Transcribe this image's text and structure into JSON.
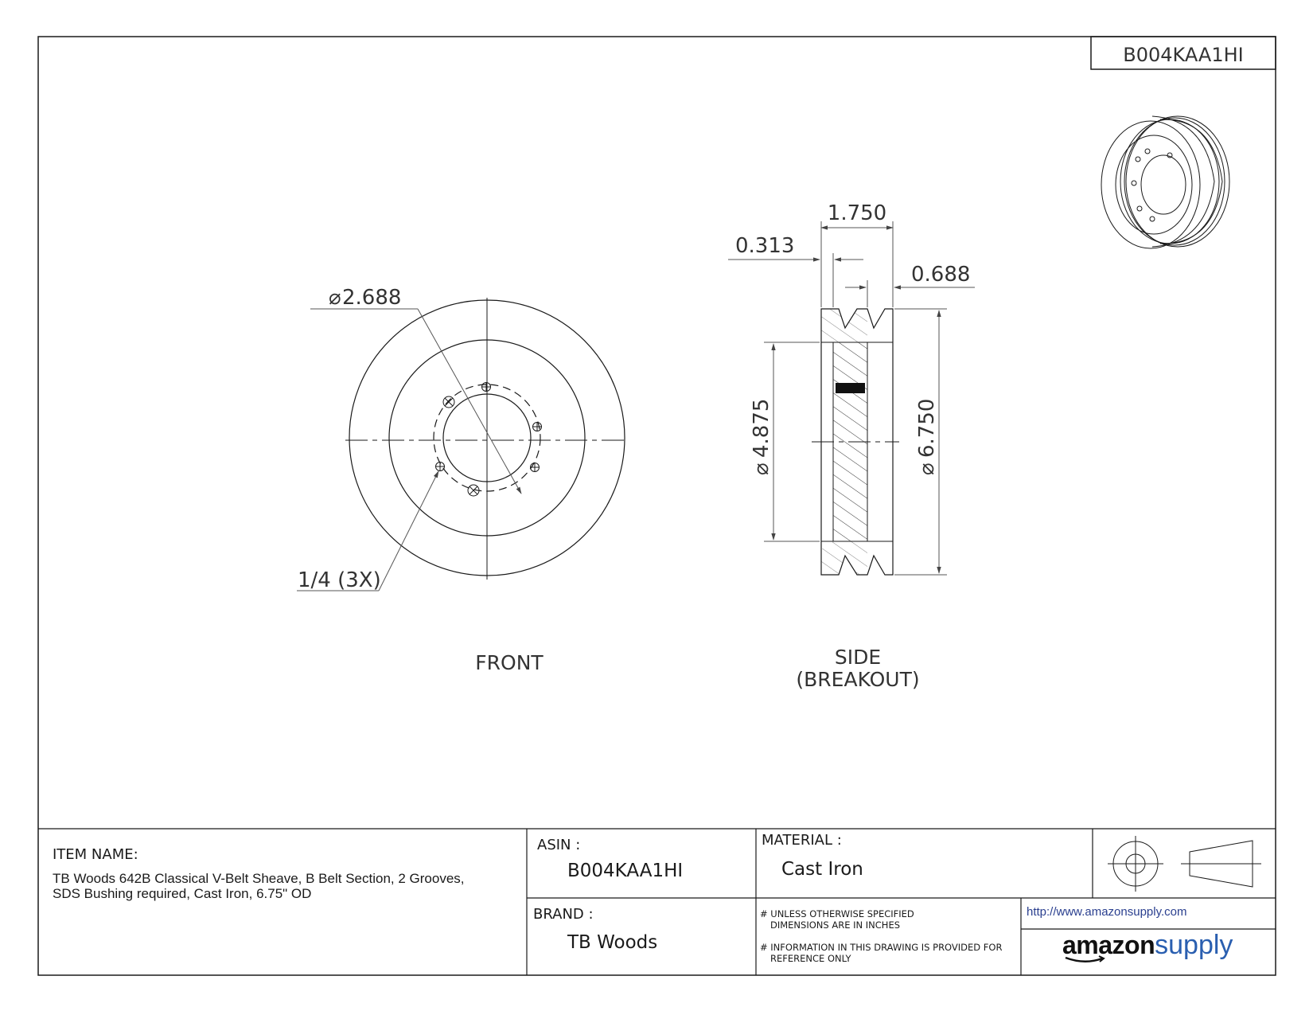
{
  "part_number": "B004KAA1HI",
  "front_view": {
    "label": "FRONT",
    "bolt_circle_dim": "2.688",
    "hole_note": "1/4 (3X)"
  },
  "side_view": {
    "label_line1": "SIDE",
    "label_line2": "(BREAKOUT)",
    "overall_width": "1.750",
    "flange_offset": "0.313",
    "groove_offset": "0.688",
    "hub_diameter": "4.875",
    "outer_diameter": "6.750"
  },
  "title_block": {
    "item_name_label": "ITEM NAME:",
    "item_name": "TB Woods 642B Classical V-Belt Sheave, B Belt Section, 2 Grooves, SDS Bushing required, Cast Iron, 6.75\" OD",
    "asin_label": "ASIN :",
    "asin": "B004KAA1HI",
    "brand_label": "BRAND :",
    "brand": "TB Woods",
    "material_label": "MATERIAL :",
    "material": "Cast Iron",
    "note1_line1": "# UNLESS OTHERWISE SPECIFIED",
    "note1_line2": "DIMENSIONS ARE IN INCHES",
    "note2_line1": "# INFORMATION IN THIS DRAWING IS PROVIDED FOR",
    "note2_line2": "REFERENCE ONLY",
    "url": "http://www.amazonsupply.com",
    "logo_word1": "amazon",
    "logo_word2": "supply"
  },
  "colors": {
    "line": "#1a1a1a",
    "dimension": "#555555",
    "logo_blue": "#2a5fb0",
    "url": "#2a3f8f"
  }
}
